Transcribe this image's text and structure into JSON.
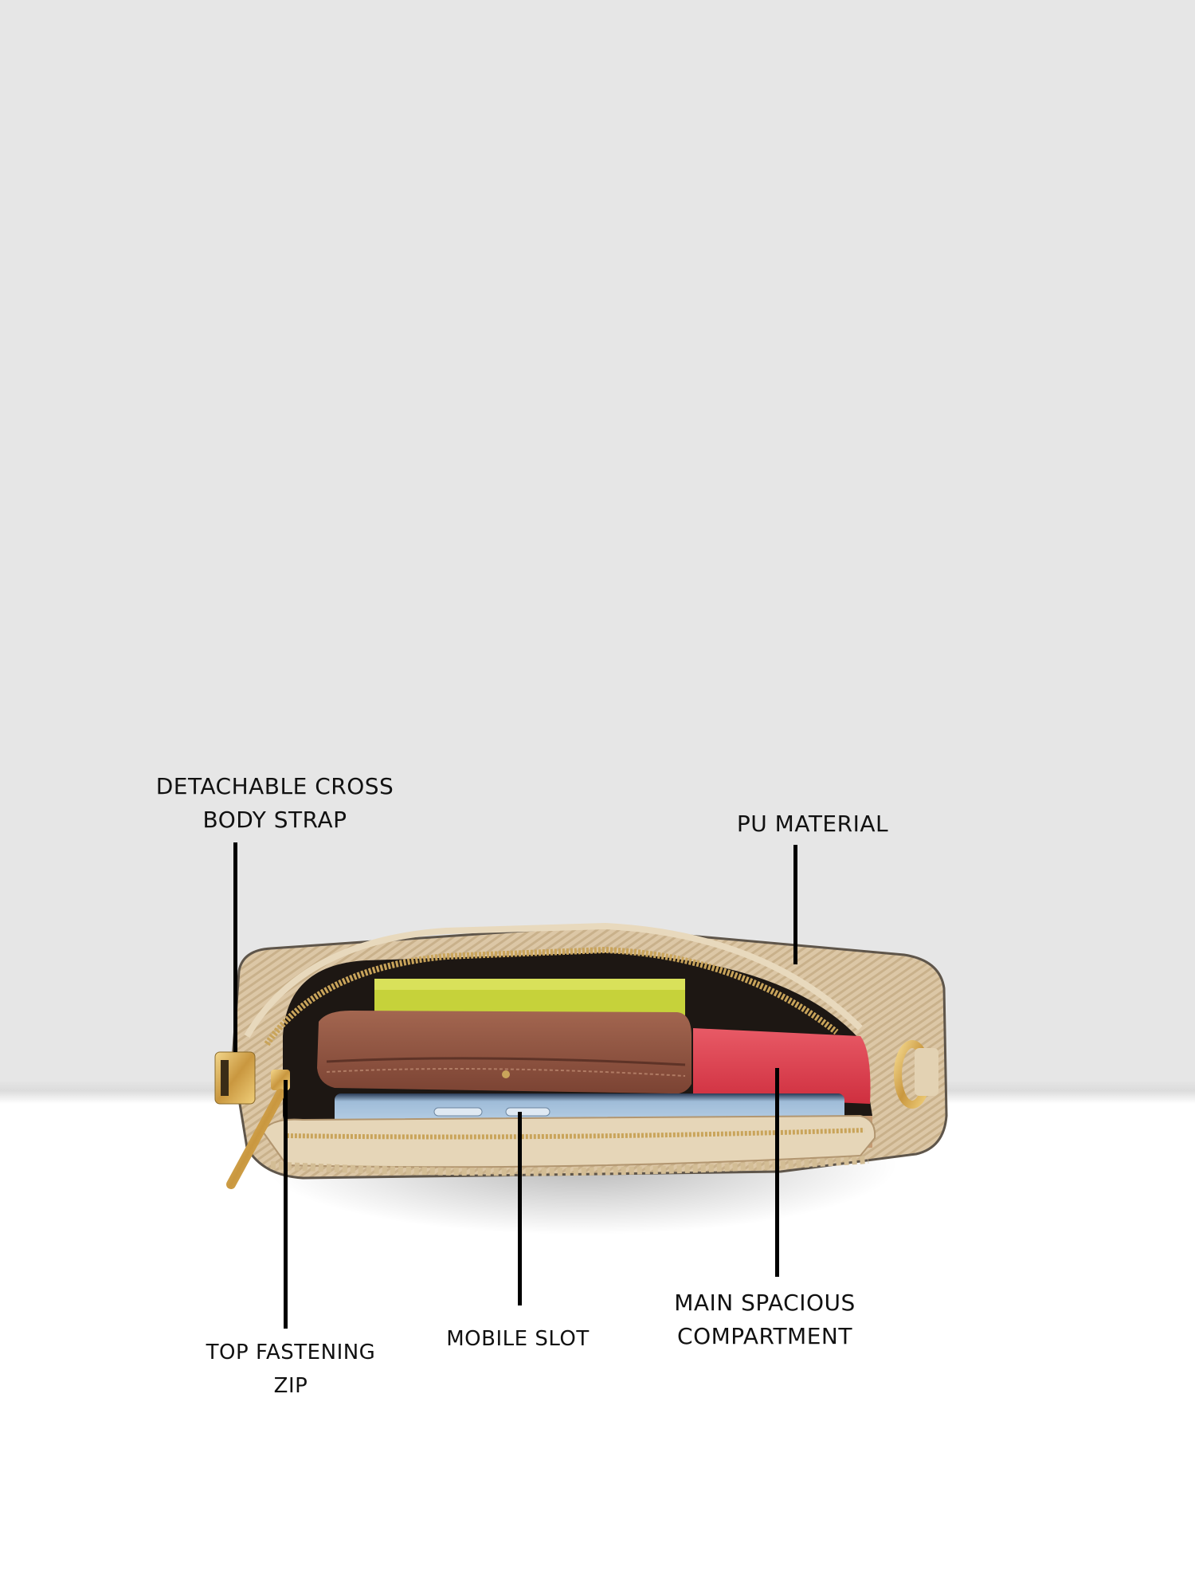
{
  "image": {
    "subject": "beige crossbody bag, open, showing interior contents",
    "background": {
      "top_color": "#e6e6e6",
      "floor_color": "#ffffff"
    },
    "bag_colors": {
      "pu_body": "#d9c4a3",
      "trim": "#e8d9bd",
      "zipper": "#c9a45a",
      "hardware_gold": "#d9b25a",
      "lining": "#c59a72"
    },
    "contents": [
      {
        "name": "yellow-green notebook",
        "color": "#c6d23a"
      },
      {
        "name": "brown wallet",
        "color": "#8a4f3a"
      },
      {
        "name": "red card holder",
        "color": "#e0424f"
      },
      {
        "name": "blue smartphone",
        "color": "#a9c6e0"
      }
    ]
  },
  "callouts": [
    {
      "id": "strap",
      "lines": [
        "DETACHABLE CROSS",
        "BODY STRAP"
      ]
    },
    {
      "id": "material",
      "lines": [
        "PU MATERIAL"
      ]
    },
    {
      "id": "zip",
      "lines": [
        "TOP FASTENING",
        "ZIP"
      ]
    },
    {
      "id": "mobile",
      "lines": [
        "MOBILE SLOT"
      ]
    },
    {
      "id": "compartment",
      "lines": [
        "MAIN SPACIOUS",
        "COMPARTMENT"
      ]
    }
  ]
}
